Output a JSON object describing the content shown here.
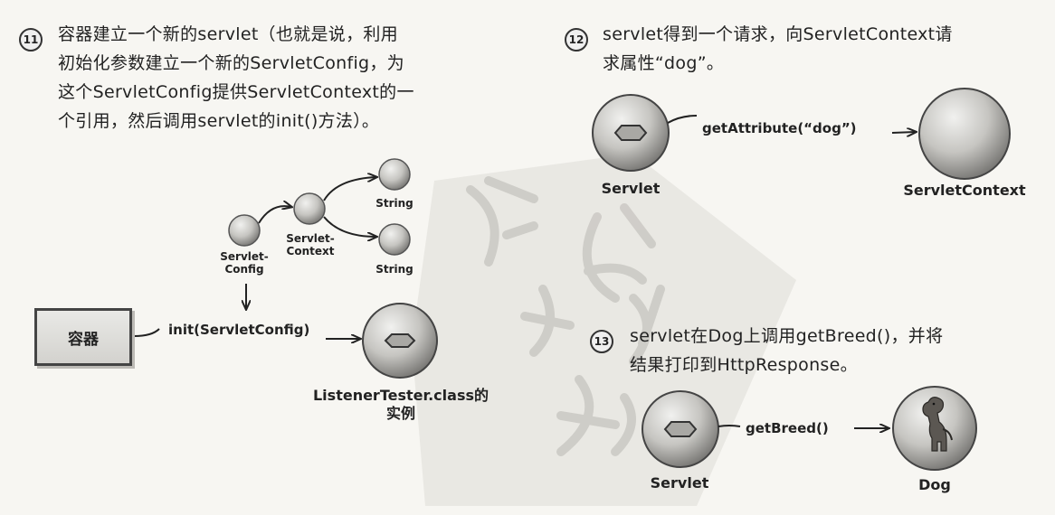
{
  "steps": [
    {
      "number": "11",
      "lines": [
        "容器建立一个新的servlet（也就是说，利用",
        "初始化参数建立一个新的ServletConfig，为",
        "这个ServletConfig提供ServletContext的一",
        "个引用，然后调用servlet的init()方法）。"
      ]
    },
    {
      "number": "12",
      "lines": [
        "servlet得到一个请求，向ServletContext请",
        "求属性“dog”。"
      ]
    },
    {
      "number": "13",
      "lines": [
        "servlet在Dog上调用getBreed()，并将",
        "结果打印到HttpResponse。"
      ]
    }
  ],
  "diagram11": {
    "container_label": "容器",
    "init_call": "init(ServletConfig)",
    "servlet_config": [
      "Servlet-",
      "Config"
    ],
    "servlet_context": [
      "Servlet-",
      "Context"
    ],
    "string_top": "String",
    "string_bottom": "String",
    "instance_label": [
      "ListenerTester.class的",
      "实例"
    ]
  },
  "diagram12": {
    "servlet_label": "Servlet",
    "call_label": "getAttribute(“dog”)",
    "context_label": "ServletContext"
  },
  "diagram13": {
    "servlet_label": "Servlet",
    "call_label": "getBreed()",
    "dog_label": "Dog"
  },
  "watermark_text": "海 浪 云 兴",
  "colors": {
    "sphere_light": "#f1f1ef",
    "sphere_mid": "#c6c5c1",
    "sphere_dark": "#7a7976",
    "ink": "#1f1f1f",
    "watermark": "#cfcdc8"
  }
}
